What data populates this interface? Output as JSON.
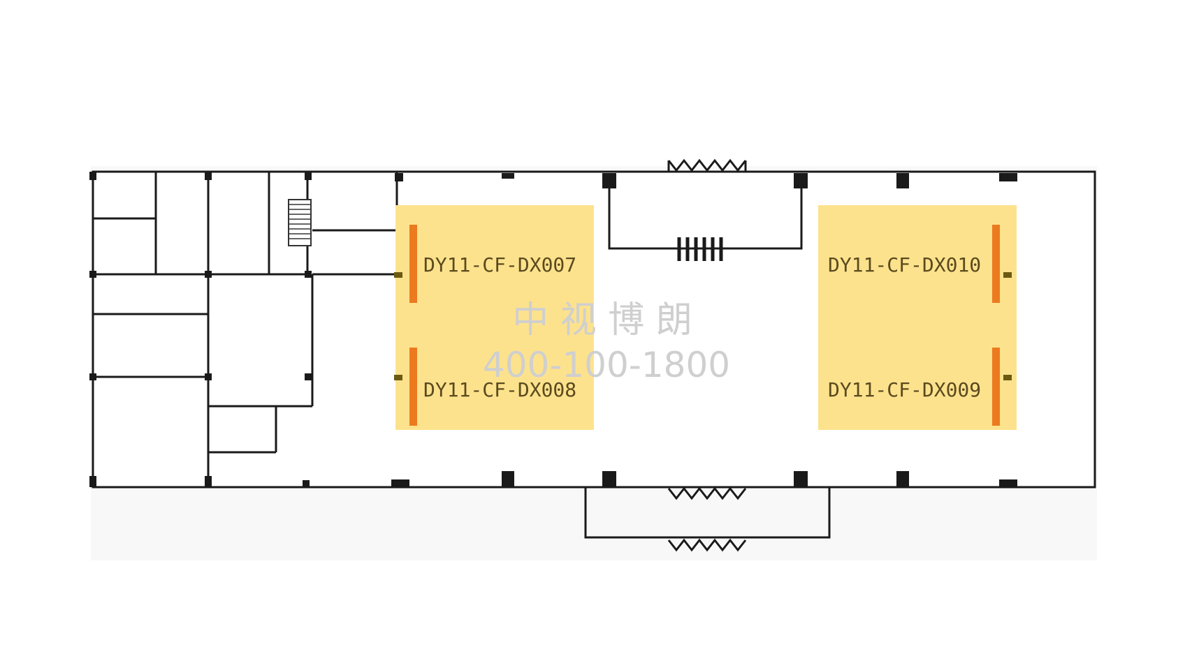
{
  "screens": [
    {
      "id": "DY11-CF-DX007"
    },
    {
      "id": "DY11-CF-DX008"
    },
    {
      "id": "DY11-CF-DX010"
    },
    {
      "id": "DY11-CF-DX009"
    }
  ],
  "watermark": {
    "company": "中 视 博 朗",
    "phone": "400-100-1800"
  },
  "colors": {
    "zone": "#fde28d",
    "screen_bar": "#ec7a1f",
    "wall": "#1a1a1a"
  }
}
